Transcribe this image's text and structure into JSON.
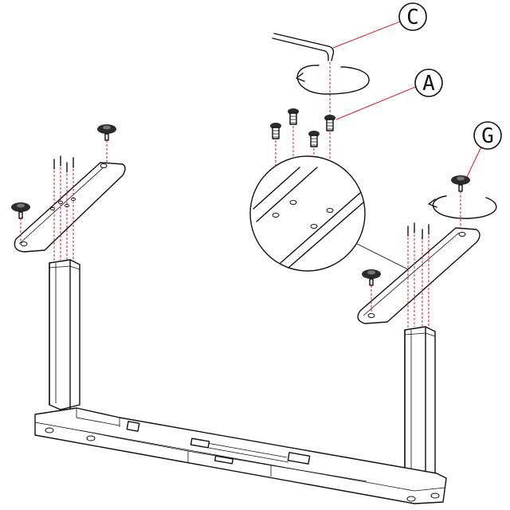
{
  "diagram": {
    "callouts": [
      {
        "id": "C",
        "label": "C",
        "part": "hex-key"
      },
      {
        "id": "A",
        "label": "A",
        "part": "bolt"
      },
      {
        "id": "G",
        "label": "G",
        "part": "leveling-foot"
      }
    ]
  },
  "colors": {
    "line": "#111111",
    "leader": "#d0202a",
    "background": "#ffffff"
  }
}
